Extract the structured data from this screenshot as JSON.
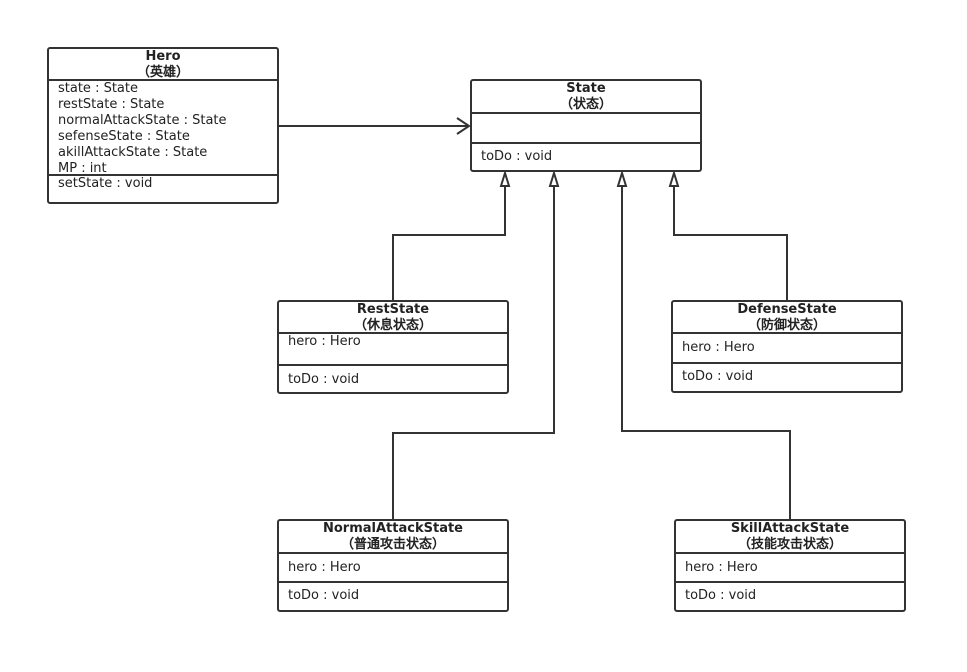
{
  "classes": {
    "hero": {
      "name": "Hero",
      "subtitle": "（英雄）",
      "attributes": [
        "state : State",
        "restState : State",
        "normalAttackState : State",
        "sefenseState : State",
        "akillAttackState : State",
        "MP : int"
      ],
      "operations": [
        "setState : void"
      ]
    },
    "state": {
      "name": "State",
      "subtitle": "（状态）",
      "attributes": [],
      "operations": [
        "toDo : void"
      ]
    },
    "rest_state": {
      "name": "RestState",
      "subtitle": "（休息状态）",
      "attributes": [
        "hero : Hero"
      ],
      "operations": [
        "toDo : void"
      ]
    },
    "defense_state": {
      "name": "DefenseState",
      "subtitle": "（防御状态）",
      "attributes": [
        "hero : Hero"
      ],
      "operations": [
        "toDo : void"
      ]
    },
    "normal_attack_state": {
      "name": "NormalAttackState",
      "subtitle": "（普通攻击状态）",
      "attributes": [
        "hero : Hero"
      ],
      "operations": [
        "toDo : void"
      ]
    },
    "skill_attack_state": {
      "name": "SkillAttackState",
      "subtitle": "（技能攻击状态）",
      "attributes": [
        "hero : Hero"
      ],
      "operations": [
        "toDo : void"
      ]
    }
  },
  "relations": [
    {
      "from": "hero",
      "to": "state",
      "type": "association"
    },
    {
      "from": "rest_state",
      "to": "state",
      "type": "generalization"
    },
    {
      "from": "normal_attack_state",
      "to": "state",
      "type": "generalization"
    },
    {
      "from": "skill_attack_state",
      "to": "state",
      "type": "generalization"
    },
    {
      "from": "defense_state",
      "to": "state",
      "type": "generalization"
    }
  ],
  "colors": {
    "line": "#333333",
    "background": "#ffffff",
    "text": "#222222"
  }
}
